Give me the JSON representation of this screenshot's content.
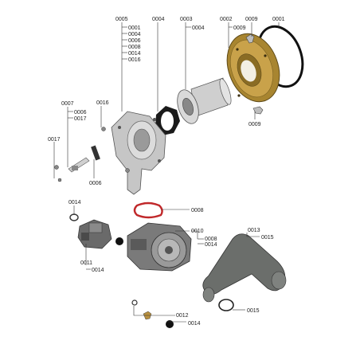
{
  "labels": {
    "l_0005_top": "0005",
    "l_0005_a": "0001",
    "l_0005_b": "0004",
    "l_0005_c": "0006",
    "l_0005_d": "0008",
    "l_0005_e": "0014",
    "l_0005_f": "0016",
    "l_0004_top": "0004",
    "l_0003_top": "0003",
    "l_0003_sub": "0004",
    "l_0002_top": "0002",
    "l_0002_sub": "0009",
    "l_0009_top": "0009",
    "l_0001_top": "0001",
    "l_0009_bot": "0009",
    "l_0007": "0007",
    "l_0007_a": "0006",
    "l_0007_b": "0017",
    "l_0016": "0016",
    "l_0017": "0017",
    "l_0006": "0006",
    "l_0014_a": "0014",
    "l_0008": "0008",
    "l_0010": "0010",
    "l_0010_a": "0008",
    "l_0010_b": "0014",
    "l_0011": "0011",
    "l_0011_b": "0014",
    "l_0013": "0013",
    "l_0013_b": "0015",
    "l_0015": "0015",
    "l_0012": "0012",
    "l_0012_b": "0014"
  },
  "colors": {
    "brass": "#b8913a",
    "gasket_red": "#c0282a",
    "metal_light": "#c9c9c9",
    "metal_dark": "#5a5a5a",
    "pipe": "#6b6e6b",
    "black": "#111111"
  }
}
